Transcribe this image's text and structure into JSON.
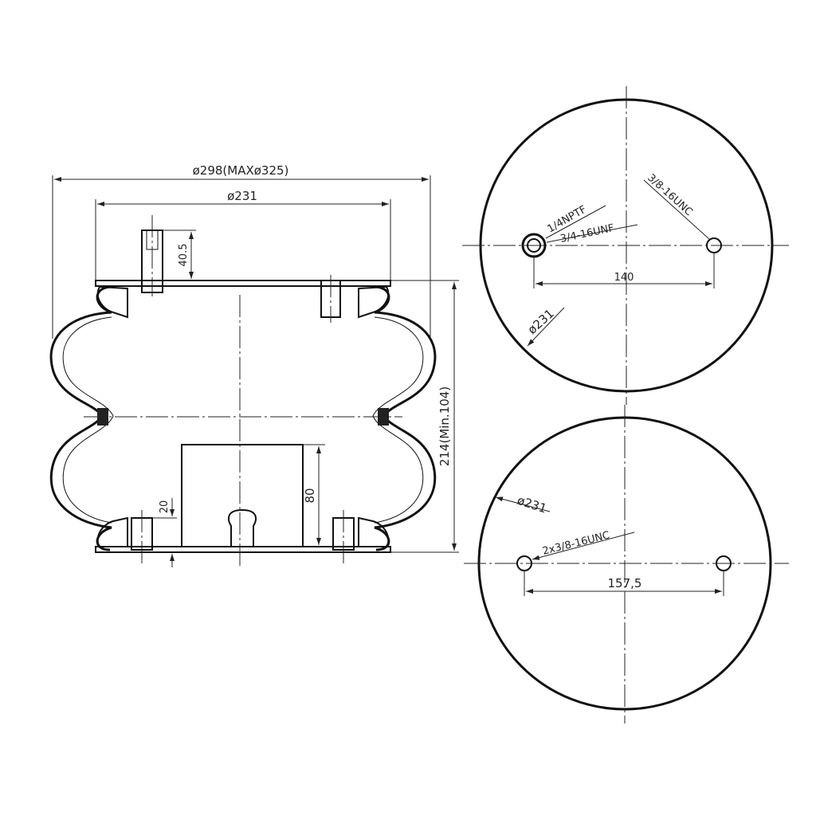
{
  "side_view": {
    "dim_outer_diameter": "ø298(MAXø325)",
    "dim_plate_diameter": "ø231",
    "dim_stud_height": "40.5",
    "dim_total_height": "214(Min.104)",
    "dim_bumper_height": "80",
    "dim_stud_offset": "20"
  },
  "top_view": {
    "label_air_fitting": "1/4NPTF",
    "label_center_stud": "3/4-16UNF",
    "label_side_stud": "3/8-16UNC",
    "dim_stud_spacing": "140",
    "dim_diameter": "ø231"
  },
  "bottom_view": {
    "dim_diameter": "ø231",
    "label_studs": "2x3/8-16UNC",
    "dim_stud_spacing": "157,5"
  }
}
